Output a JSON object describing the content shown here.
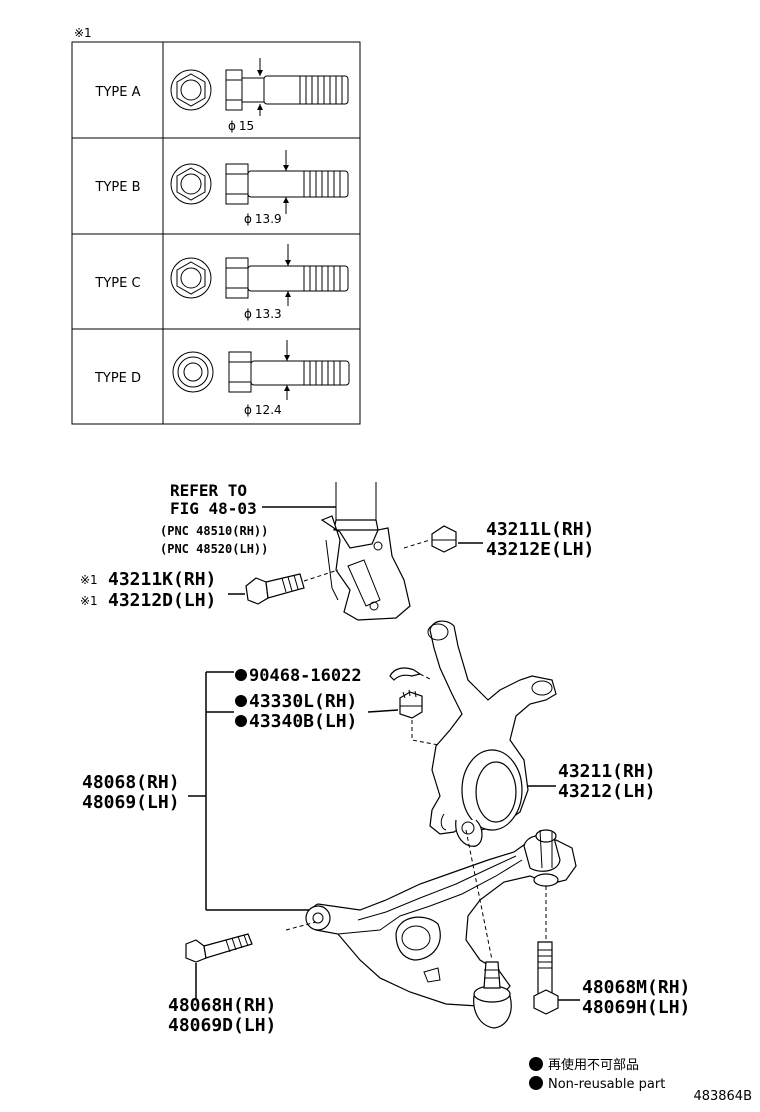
{
  "table": {
    "note_mark": "※1",
    "rows": [
      {
        "type": "TYPE  A",
        "diameter": "15"
      },
      {
        "type": "TYPE  B",
        "diameter": "13.9"
      },
      {
        "type": "TYPE  C",
        "diameter": "13.3"
      },
      {
        "type": "TYPE  D",
        "diameter": "12.4"
      }
    ],
    "phi": "ϕ"
  },
  "callouts": {
    "refer_line1": "REFER TO",
    "refer_line2": "FIG 48-03",
    "pnc_rh": "(PNC 48510(RH))",
    "pnc_lh": "(PNC 48520(LH))",
    "nut_rh": "43211L(RH)",
    "nut_lh": "43212E(LH)",
    "strut_bolt_mark": "※1",
    "strut_bolt_rh": "43211K(RH)",
    "strut_bolt_lh": "43212D(LH)",
    "cotter_pin": "90468-16022",
    "castle_nut_rh": "43330L(RH)",
    "castle_nut_lh": "43340B(LH)",
    "arm_assy_rh": "48068(RH)",
    "arm_assy_lh": "48069(LH)",
    "knuckle_rh": "43211(RH)",
    "knuckle_lh": "43212(LH)",
    "arm_bolt_front_rh": "48068H(RH)",
    "arm_bolt_front_lh": "48069D(LH)",
    "arm_bolt_rear_rh": "48068M(RH)",
    "arm_bolt_rear_lh": "48069H(LH)"
  },
  "legend": {
    "jp": "再使用不可部品",
    "en": "Non-reusable part"
  },
  "figure_id": "483864B"
}
